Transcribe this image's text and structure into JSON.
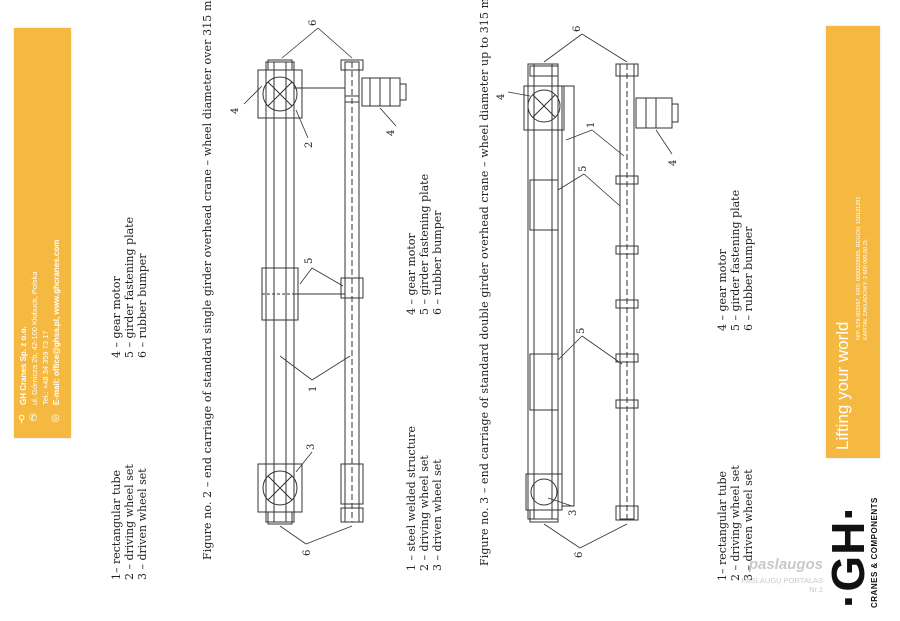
{
  "contact": {
    "company": "GH Cranes Sp. z o.o.",
    "address": "ul. Górnicza 2b, 42-100 Kłobuck, Polska",
    "phone": "Tel.: +48 34 359 73 17",
    "email_web": "E-mail: office@ghsa.pl, www.ghcranes.com"
  },
  "figure2": {
    "caption": "Figure no. 2 – end carriage of standard single girder overhead crane – wheel diameter over 315 mm.",
    "legend_left": [
      "1– rectangular tube",
      "2 – driving wheel set",
      "3 – driven wheel set"
    ],
    "legend_right": [
      "4 – gear motor",
      "5 – girder fastening plate",
      "6 – rubber bumper"
    ],
    "callouts": [
      "6",
      "4",
      "2",
      "4",
      "5",
      "1",
      "3",
      "6"
    ]
  },
  "figure3": {
    "caption": "Figure no. 3 – end carriage of standard double girder overhead crane – wheel diameter up to 315 mm.",
    "legend_left": [
      "1 – steel welded structure",
      "2 – driving wheel set",
      "3 – driven wheel set"
    ],
    "legend_right": [
      "4 – gear motor",
      "5 – girder fastening plate",
      "6 – rubber bumper"
    ],
    "callouts": [
      "6",
      "4",
      "1",
      "5",
      "5",
      "4",
      "3",
      "6"
    ]
  },
  "figure4": {
    "legend_left": [
      "1– rectangular tube",
      "2 – driving wheel set",
      "3 – driven wheel set"
    ],
    "legend_right": [
      "4 – gear motor",
      "5 – girder fastening plate",
      "6 – rubber bumper"
    ]
  },
  "brand": {
    "tagline": "Lifting your world",
    "registry": [
      "NIP: 578-002067, KRS: 0000028885, REGON: 150121291",
      "KAPITAŁ ZAKŁADOWY: 2 600 000,00 ZŁ"
    ],
    "logo": "·GH·",
    "logo_sub": "CRANES & COMPONENTS"
  },
  "watermark": {
    "name": "paslaugos",
    "sub": "PASLAUGŲ PORTALAS Nr.1"
  },
  "colors": {
    "band": "#f5b942",
    "ink": "#222222",
    "line": "#333333"
  },
  "icons": [
    "location-pin-icon",
    "phone-icon",
    "globe-icon"
  ]
}
